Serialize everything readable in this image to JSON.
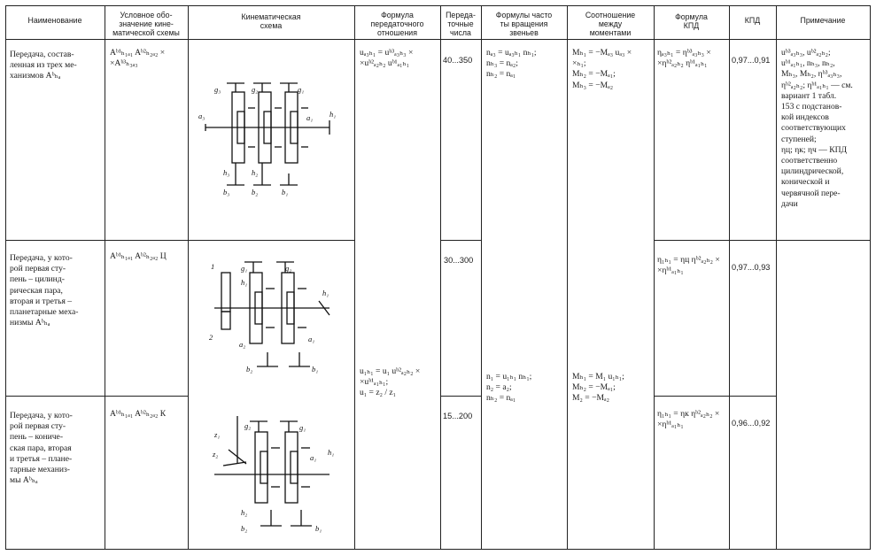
{
  "headers": [
    [
      "Наименование"
    ],
    [
      "Условное обо-",
      "значение кине-",
      "матической схемы"
    ],
    [
      "Кинематическая",
      "схема"
    ],
    [
      "Формула",
      "передаточного",
      "отношения"
    ],
    [
      "Переда-",
      "точные",
      "числа"
    ],
    [
      "Формулы часто",
      "ты вращения",
      "звеньев"
    ],
    [
      "Соотношение",
      "между",
      "моментами"
    ],
    [
      "Формула",
      "КПД"
    ],
    [
      "КПД"
    ],
    [
      "Примечание"
    ]
  ],
  "rows": [
    {
      "name": [
        "Передача, состав-",
        "ленная из трех ме-",
        "ханизмов Aᵇₕₐ"
      ],
      "symbol": [
        "Aᵇ¹ₕ₁ₐ₁ Aᵇ²ₕ₂ₐ₂ ×",
        "×Aᵇ³ₕ₃ₐ₃"
      ],
      "ratio": [
        "uₐ₃ₕ₁ = uᵇ³ₐ₃ₕ₃ ×",
        "×uᵇ²ₐ₂ₕ₂ uᵇ¹ₐ₁ₕ₁"
      ],
      "range": "40...350",
      "speeds": [
        "nₐ₃ = uₐ₃ₕ₁ nₕ₁;",
        "nₕ₃ = nₐ₂;",
        "nₕ₂ = nₐ₁"
      ],
      "moments": [
        "Mₕ₁ = −Mₐ₃ uₐ₃ ×",
        "×ₕ₁;",
        "Mₕ₂ = −Mₐ₁;",
        "Mₕ₃ = −Mₐ₂"
      ],
      "eff_formula": [
        "ηₐ₃ₕ₁ = ηᵇ³ₐ₃ₕ₃ ×",
        "×ηᵇ²ₐ₂ₕ₂ ηᵇ¹ₐ₁ₕ₁"
      ],
      "eff": "0,97...0,91",
      "note": [
        "uᵇ³ₐ₃ₕ₃, uᵇ²ₐ₂ₕ₂;",
        "uᵇ¹ₐ₁ₕ₁, nₕ₃, nₕ₂,",
        "Mₕ₃, Mₕ₂, ηᵇ³ₐ₃ₕ₃,",
        "ηᵇ²ₐ₂ₕ₂; ηᵇ¹ₐ₁ₕ₁ — см.",
        "вариант 1 табл.",
        "153 с подстанов-",
        "кой    индексов",
        "соответствующих",
        "ступеней;",
        "ηц; ηк; ηч — КПД",
        "соответственно",
        "цилиндрической,",
        "конической    и",
        "червячной пере-",
        "дачи"
      ]
    },
    {
      "name": [
        "Передача, у кото-",
        "рой первая сту-",
        "пень – цилинд-",
        "рическая пара,",
        "вторая и третья –",
        "планетарные меха-",
        "низмы Aᵇₕₐ"
      ],
      "symbol": [
        "Aᵇ¹ₕ₁ₐ₁ Aᵇ²ₕ₂ₐ₂ Ц"
      ],
      "range": "30...300",
      "eff_formula": [
        "η₁ₕ₁ = ηц ηᵇ²ₐ₂ₕ₂ ×",
        "×ηᵇ¹ₐ₁ₕ₁"
      ],
      "eff": "0,97...0,93"
    },
    {
      "name": [
        "Передача, у кото-",
        "рой первая сту-",
        "пень – кониче-",
        "ская пара, вторая",
        "и третья – плане-",
        "тарные механиз-",
        "мы Aᵇₕₐ"
      ],
      "symbol": [
        "Aᵇ¹ₕ₁ₐ₁ Aᵇ²ₕ₂ₐ₂ К"
      ],
      "range": "15...200",
      "eff_formula": [
        "η₁ₕ₁ = ηк ηᵇ²ₐ₂ₕ₂ ×",
        "×ηᵇ¹ₐ₁ₕ₁"
      ],
      "eff": "0,96...0,92"
    }
  ],
  "shared": {
    "ratio": [
      "u₁ₕ₁ = u₁ uᵇ²ₐ₂ₕ₂ ×",
      "×uᵇ¹ₐ₁ₕ₁;",
      "u₁ = z₂ / z₁"
    ],
    "speeds": [
      "n₁ = u₁ₕ₁ nₕ₁;",
      "n₂ = a₂;",
      "nₕ₂ = nₐ₁"
    ],
    "moments": [
      "Mₕ₁ = M₁ u₁ₕ₁;",
      "Mₕ₂ = −Mₐ₁;",
      "M₂ = −Mₐ₂"
    ]
  },
  "diagram_labels": {
    "d1": [
      "g₃",
      "g₂",
      "g₁",
      "a₃",
      "a₁",
      "h₁",
      "h₃",
      "h₂",
      "b₃",
      "b₂",
      "b₁"
    ],
    "d2": [
      "1",
      "g₁",
      "g₂",
      "h₁",
      "h₁",
      "2",
      "a₂",
      "a₁",
      "b₂",
      "b₁"
    ],
    "d3": [
      "g₂",
      "g₁",
      "z₁",
      "z₂",
      "a₁",
      "h₁",
      "h₂",
      "b₂",
      "b₁"
    ]
  }
}
